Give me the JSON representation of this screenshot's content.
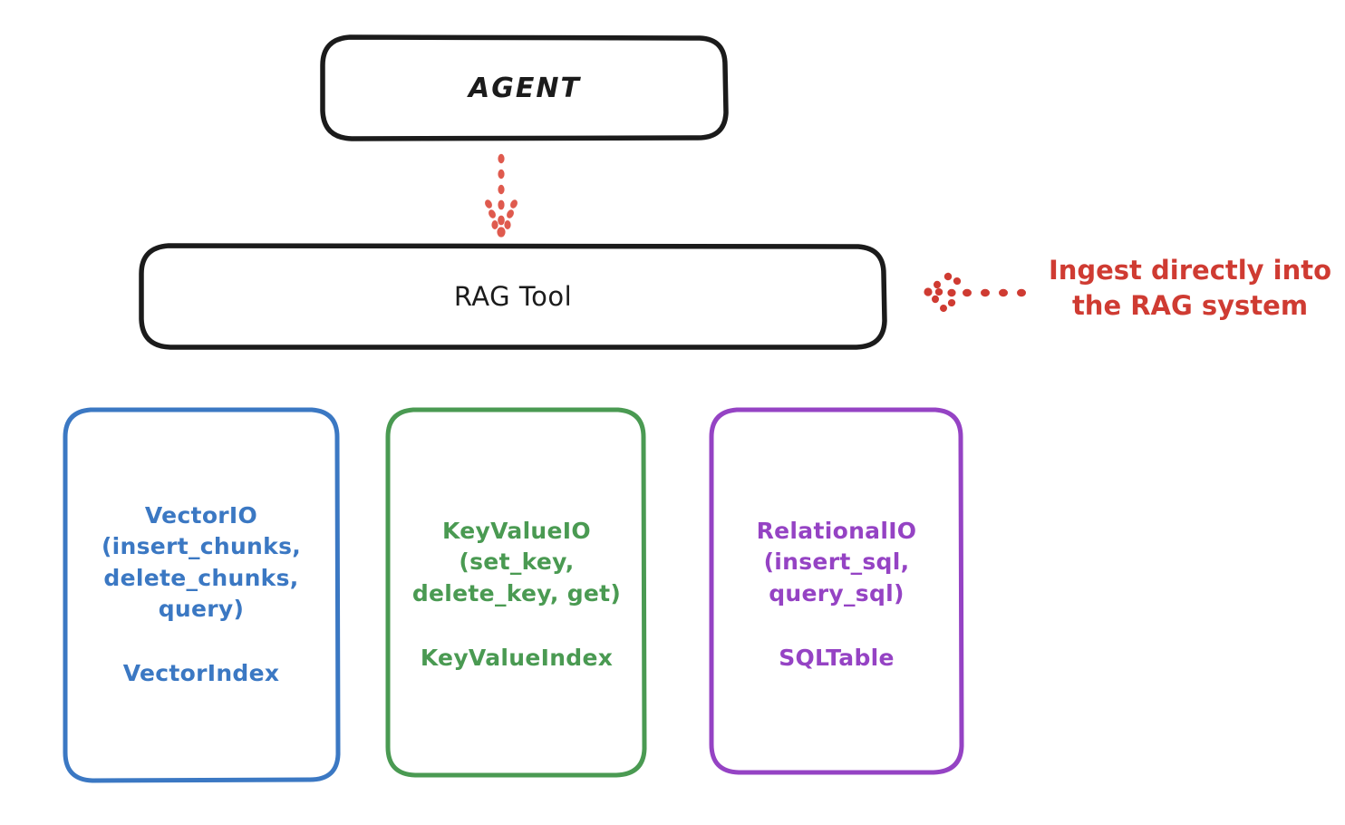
{
  "diagram": {
    "title_node": {
      "label": "AGENT"
    },
    "tool_node": {
      "label": "RAG Tool"
    },
    "annotation": {
      "text": "Ingest directly into\nthe RAG system"
    },
    "providers": [
      {
        "id": "vector",
        "api": "VectorIO\n(insert_chunks,\ndelete_chunks,\nquery)",
        "index": "VectorIndex",
        "color": "#3b78c3"
      },
      {
        "id": "keyvalue",
        "api": "KeyValueIO\n(set_key,\ndelete_key, get)",
        "index": "KeyValueIndex",
        "color": "#4a9a52"
      },
      {
        "id": "relational",
        "api": "RelationalIO\n(insert_sql,\nquery_sql)",
        "index": "SQLTable",
        "color": "#9543c4"
      }
    ],
    "colors": {
      "stroke": "#1b1b1b",
      "arrow": "#df5a4e",
      "annotation": "#cf3b32",
      "background": "#ffffff"
    }
  }
}
